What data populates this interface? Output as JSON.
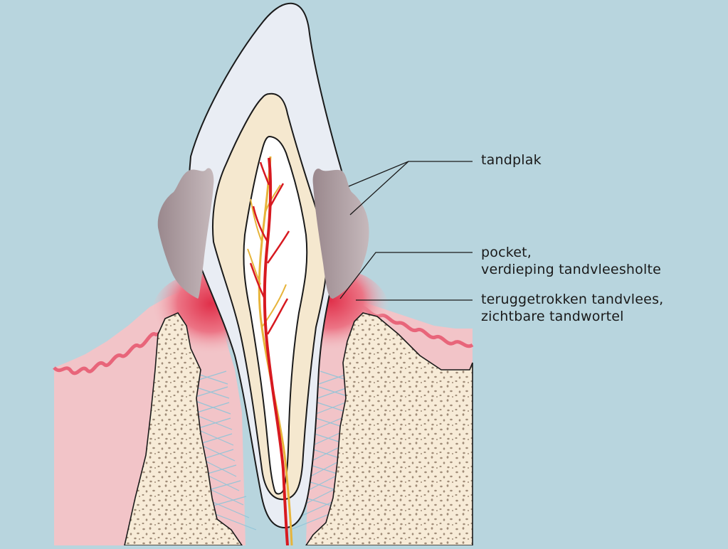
{
  "colors": {
    "background": "#b8d5de",
    "gum": "#f2c4c8",
    "gum_edge": "#e8657a",
    "gum_inflamed": "#e0304a",
    "bone": "#f7ebd7",
    "bone_dots": "#a08c78",
    "enamel": "#e9edf4",
    "dentin": "#f5e8cf",
    "pulp": "#ffffff",
    "artery": "#d71920",
    "nerve": "#e7b43a",
    "plaque": "#a9999d",
    "ligament": "#8fc4d8",
    "outline": "#1a1a1a"
  },
  "icons": {
    "tooth": "tooth-illustration",
    "plaque": "plaque-deposit"
  },
  "labels": [
    {
      "key": "plaque",
      "lines": [
        "tandplak"
      ]
    },
    {
      "key": "pocket",
      "lines": [
        "pocket,",
        "verdieping tandvleesholte"
      ]
    },
    {
      "key": "recession",
      "lines": [
        "teruggetrokken tandvlees,",
        "zichtbare tandwortel"
      ]
    }
  ]
}
